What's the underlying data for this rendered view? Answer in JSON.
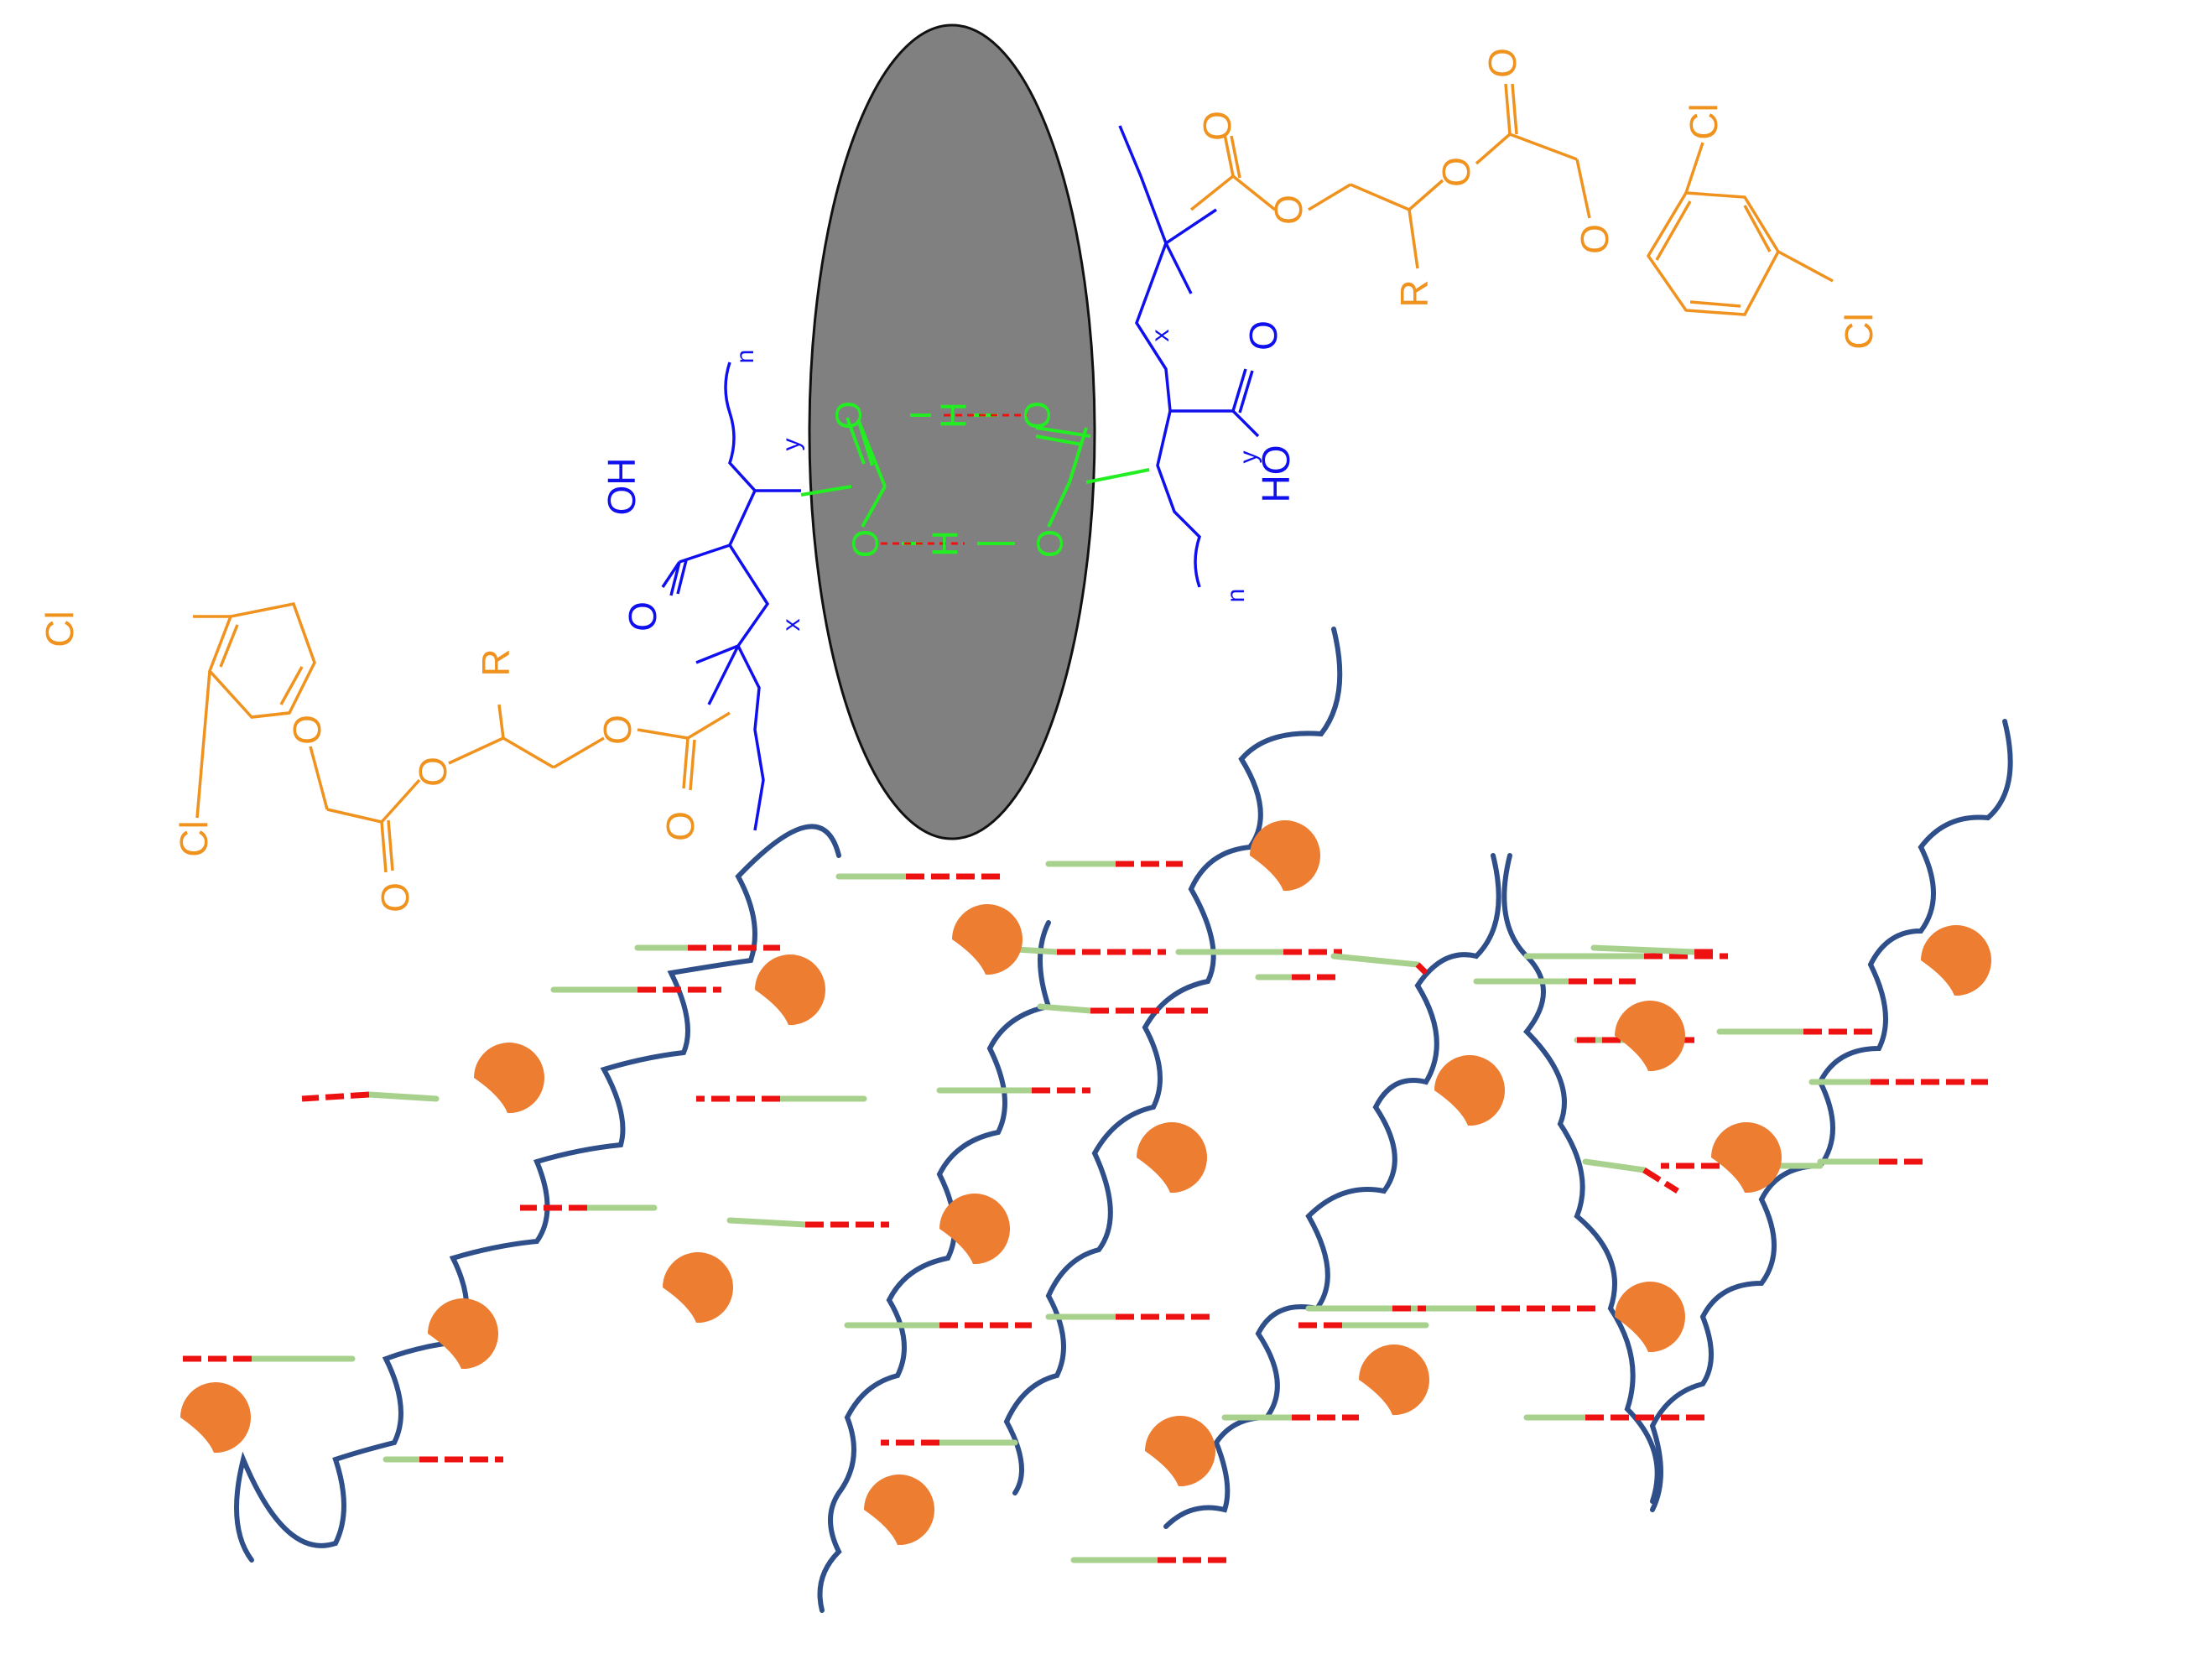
{
  "colors": {
    "blue": "#1010ee",
    "orange": "#f0921e",
    "green": "#22ee22",
    "red": "#ee1111",
    "navy": "#2f4f8a",
    "lightgreen": "#a8d18d",
    "blob": "#ec7d31",
    "ellipse": "#808080"
  },
  "labels": {
    "cl": "Cl",
    "o": "O",
    "oh": "OH",
    "ho": "HO",
    "r": "R",
    "h": "H",
    "n": "n",
    "x": "x",
    "y": "y"
  }
}
